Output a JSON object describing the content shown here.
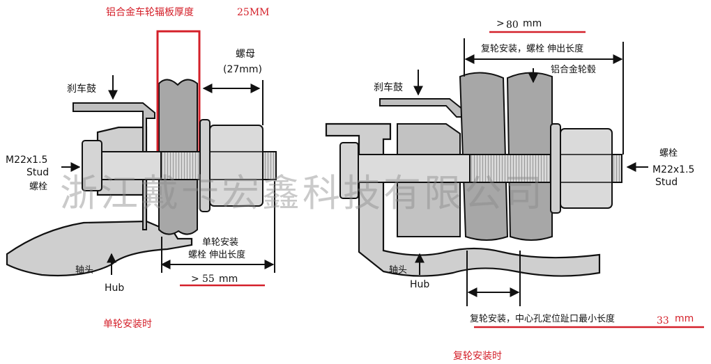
{
  "left_panel": {
    "title_red": "铝合金车轮辐板厚度",
    "title_value": "25MM",
    "nut_label": "螺母",
    "nut_size": "(27mm)",
    "brake_drum": "刹车鼓",
    "stud_spec": "M22x1.5",
    "stud_en": "Stud",
    "stud_cn": "螺栓",
    "install_line1": "单轮安装",
    "install_line2": "螺栓 伸出长度",
    "hub_cn": "轴头",
    "hub_en": "Hub",
    "length_prefix": ">",
    "length_value": "55",
    "length_unit": "mm",
    "caption": "单轮安装时"
  },
  "right_panel": {
    "length_prefix": ">",
    "length_value": "80",
    "length_unit": "mm",
    "protrusion_label": "复轮安装，螺栓 伸出长度",
    "wheel_hub_label": "铝合金轮毂",
    "brake_drum": "刹车鼓",
    "stud_cn": "螺栓",
    "stud_spec": "M22x1.5",
    "stud_en": "Stud",
    "hub_cn": "轴头",
    "hub_en": "Hub",
    "pilot_label": "复轮安装，中心孔定位趾口最小长度",
    "pilot_value": "33",
    "pilot_unit": "mm",
    "caption": "复轮安装时"
  },
  "watermark": "浙江戴卡宏鑫科技有限公司",
  "colors": {
    "accent_red": "#d4202a",
    "metal": "#c9c9c9",
    "dark": "#111111"
  }
}
